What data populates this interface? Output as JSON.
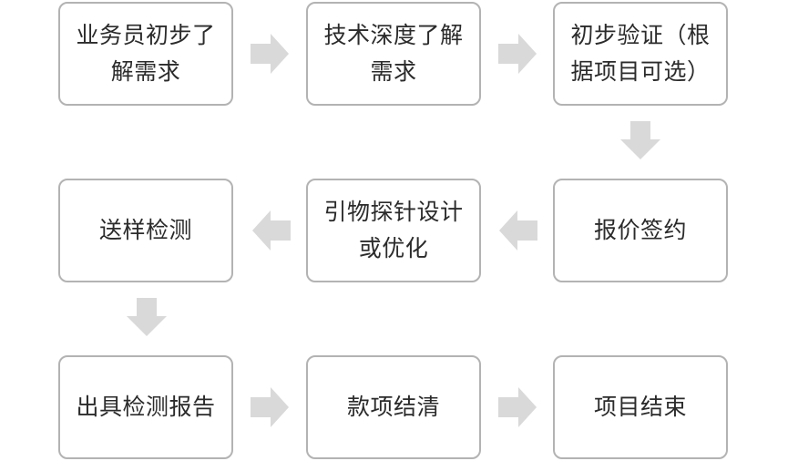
{
  "flowchart": {
    "steps": [
      {
        "id": "step1",
        "label": "业务员初步了解需求"
      },
      {
        "id": "step2",
        "label": "技术深度了解需求"
      },
      {
        "id": "step3",
        "label": "初步验证（根据项目可选）"
      },
      {
        "id": "step4",
        "label": "报价签约"
      },
      {
        "id": "step5",
        "label": "引物探针设计或优化"
      },
      {
        "id": "step6",
        "label": "送样检测"
      },
      {
        "id": "step7",
        "label": "出具检测报告"
      },
      {
        "id": "step8",
        "label": "款项结清"
      },
      {
        "id": "step9",
        "label": "项目结束"
      }
    ],
    "connections": [
      {
        "from": "step1",
        "to": "step2",
        "direction": "right"
      },
      {
        "from": "step2",
        "to": "step3",
        "direction": "right"
      },
      {
        "from": "step3",
        "to": "step4",
        "direction": "down"
      },
      {
        "from": "step4",
        "to": "step5",
        "direction": "left"
      },
      {
        "from": "step5",
        "to": "step6",
        "direction": "left"
      },
      {
        "from": "step6",
        "to": "step7",
        "direction": "down"
      },
      {
        "from": "step7",
        "to": "step8",
        "direction": "right"
      },
      {
        "from": "step8",
        "to": "step9",
        "direction": "right"
      }
    ],
    "colors": {
      "box_border": "#b3b3b3",
      "arrow_fill": "#d9d9d9",
      "text": "#2b2b2b"
    }
  }
}
